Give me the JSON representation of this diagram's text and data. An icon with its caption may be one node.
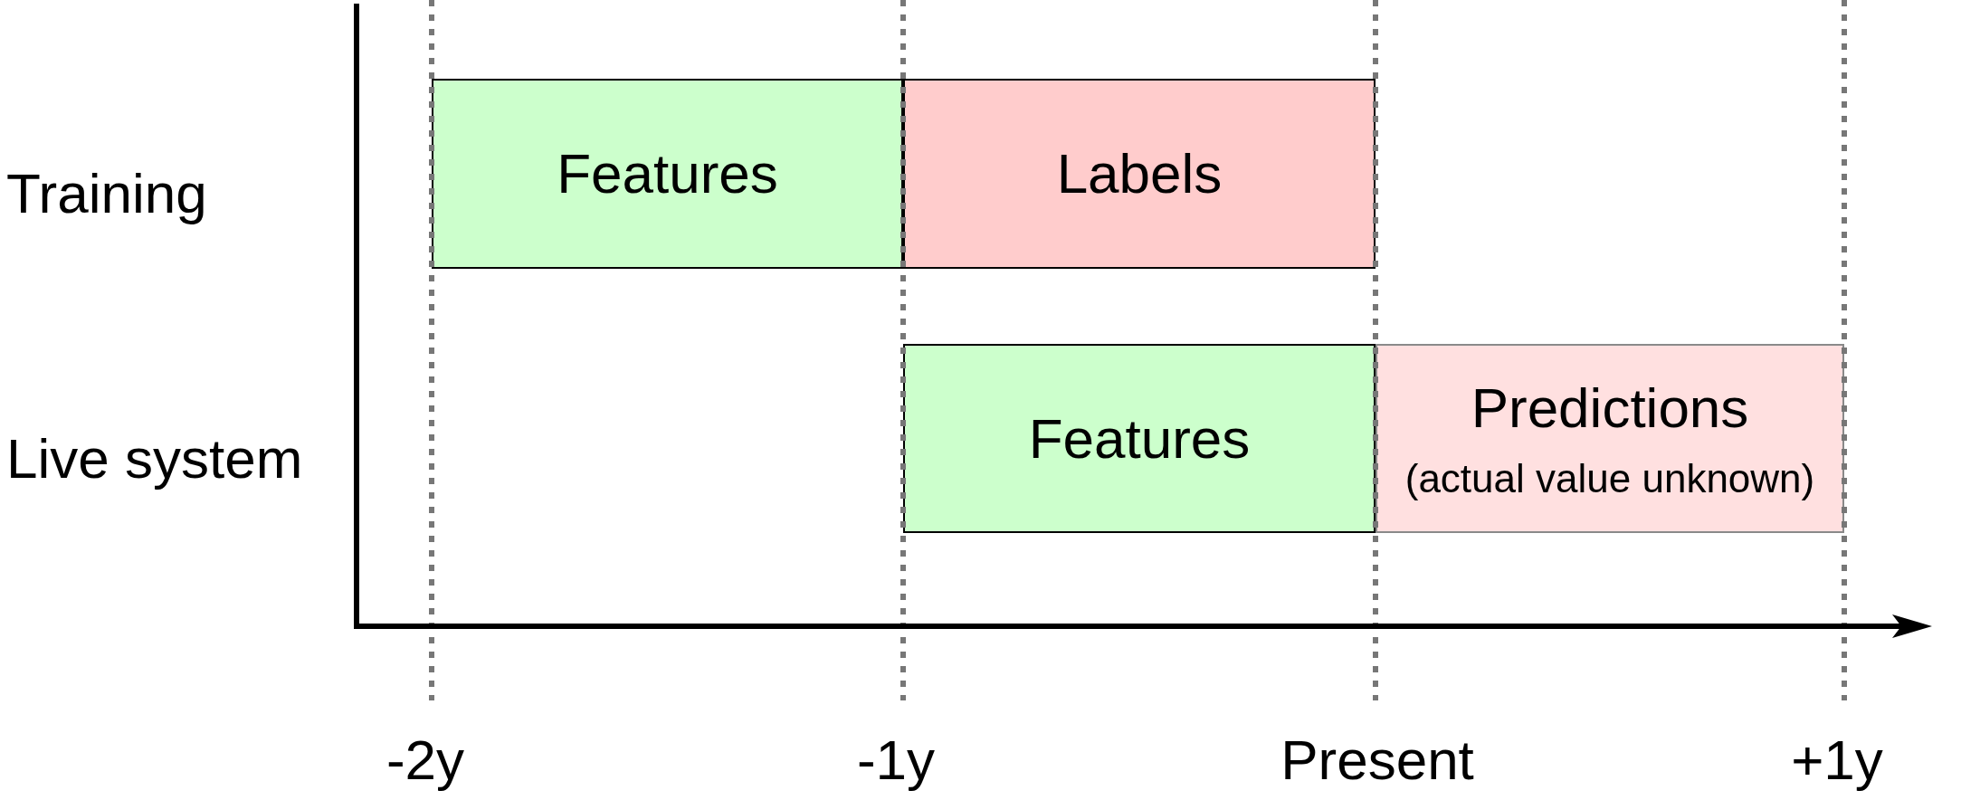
{
  "diagram": {
    "nodes": [
      {
        "text": [
          "Features"
        ]
      },
      {
        "text": [
          "Labels"
        ]
      },
      {
        "text": [
          "Features"
        ]
      },
      {
        "text": [
          "Predictions",
          "(actual value unknown)"
        ]
      }
    ],
    "labels": [
      "Training",
      "Live system",
      "-2y",
      "-1y",
      "Present",
      "+1y"
    ]
  }
}
